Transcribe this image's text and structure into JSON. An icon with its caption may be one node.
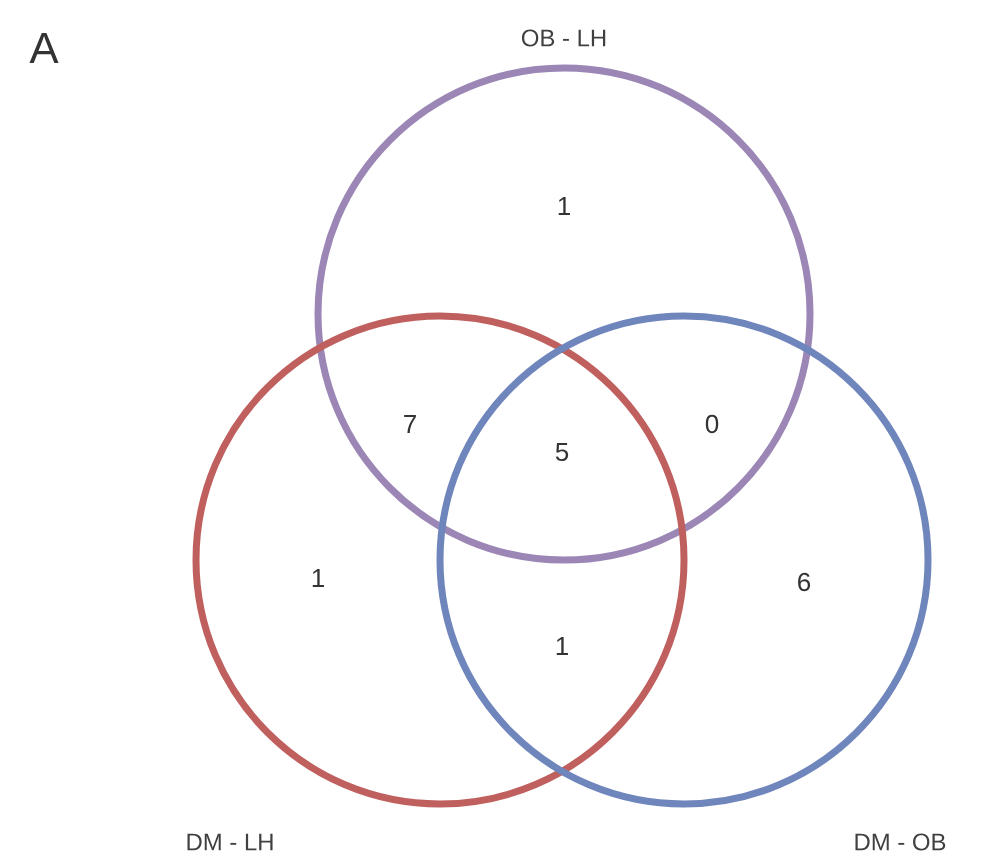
{
  "diagram": {
    "nodes": [
      {
        "text": [
          "OB - LH"
        ]
      },
      {
        "text": [
          "DM - LH"
        ]
      },
      {
        "text": [
          "DM - OB"
        ]
      }
    ],
    "labels": [
      "A",
      "1",
      "7",
      "5",
      "0",
      "1",
      "6",
      "1"
    ]
  }
}
